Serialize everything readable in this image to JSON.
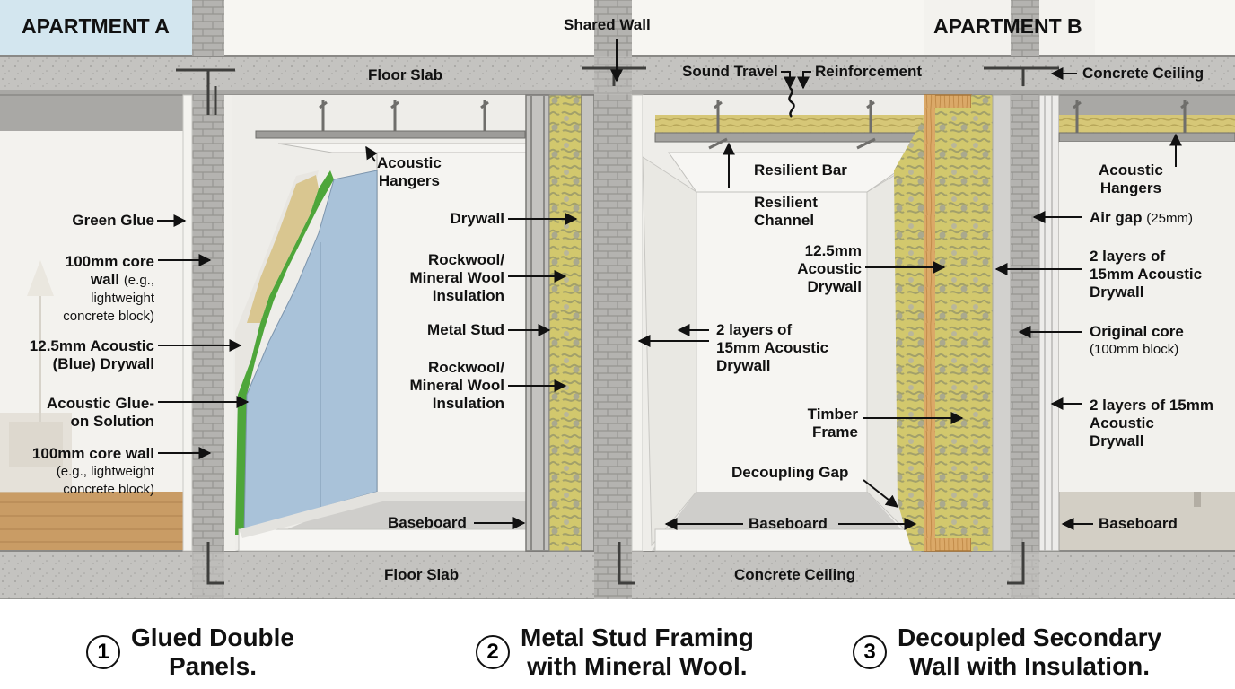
{
  "apartments": {
    "a": "APARTMENT A",
    "b": "APARTMENT B"
  },
  "labels": {
    "shared_wall": "Shared Wall",
    "floor_slab_top": "Floor Slab",
    "floor_slab_bottom": "Floor Slab",
    "sound_travel": "Sound Travel",
    "reinforcement": "Reinforcement",
    "concrete_ceiling_top": "Concrete Ceiling",
    "concrete_ceiling_bottom": "Concrete Ceiling",
    "acoustic_hangers_1": [
      "Acoustic",
      "Hangers"
    ],
    "acoustic_hangers_3": [
      "Acoustic",
      "Hangers"
    ],
    "green_glue": "Green Glue",
    "core_wall_1": {
      "main": [
        "100mm core",
        "wall"
      ],
      "note_inline": "(e.g.,",
      "note": [
        "lightweight",
        "concrete block)"
      ]
    },
    "blue_drywall": [
      "12.5mm Acoustic",
      "(Blue) Drywall"
    ],
    "glue_on": [
      "Acoustic Glue-",
      "on Solution"
    ],
    "core_wall_2": {
      "main": "100mm core wall",
      "note": [
        "(e.g., lightweight",
        "concrete block)"
      ]
    },
    "drywall": "Drywall",
    "rockwool_1": [
      "Rockwool/",
      "Mineral Wool",
      "Insulation"
    ],
    "metal_stud": "Metal Stud",
    "rockwool_2": [
      "Rockwool/",
      "Mineral Wool",
      "Insulation"
    ],
    "baseboard_1": "Baseboard",
    "resilient_bar": "Resilient Bar",
    "resilient_channel": [
      "Resilient",
      "Channel"
    ],
    "drywall_125": [
      "12.5mm",
      "Acoustic",
      "Drywall"
    ],
    "two_layers_mid": [
      "2 layers of",
      "15mm Acoustic",
      "Drywall"
    ],
    "timber_frame": [
      "Timber",
      "Frame"
    ],
    "decoupling_gap": "Decoupling Gap",
    "baseboard_2": "Baseboard",
    "air_gap": "Air gap",
    "air_gap_size": "(25mm)",
    "two_layers_right": [
      "2 layers of",
      "15mm Acoustic",
      "Drywall"
    ],
    "original_core": {
      "main": "Original core",
      "note": "(100mm block)"
    },
    "two_layers_15": [
      "2 layers of 15mm",
      "Acoustic",
      "Drywall"
    ],
    "baseboard_3": "Baseboard"
  },
  "captions": [
    {
      "num": "1",
      "lines": [
        "Glued Double",
        "Panels."
      ]
    },
    {
      "num": "2",
      "lines": [
        "Metal Stud Framing",
        "with Mineral Wool."
      ]
    },
    {
      "num": "3",
      "lines": [
        "Decoupled Secondary",
        "Wall with Insulation."
      ]
    }
  ],
  "colors": {
    "concrete": "#b9b9b7",
    "concrete_dark": "#8e8e8c",
    "wall_white": "#f1f0ec",
    "blue_drywall": "#a9c2d9",
    "green_glue": "#4ea63a",
    "insulation": "#cfc56a",
    "timber": "#d9a86a",
    "apartment_a_tag": "#d3e6ef"
  }
}
